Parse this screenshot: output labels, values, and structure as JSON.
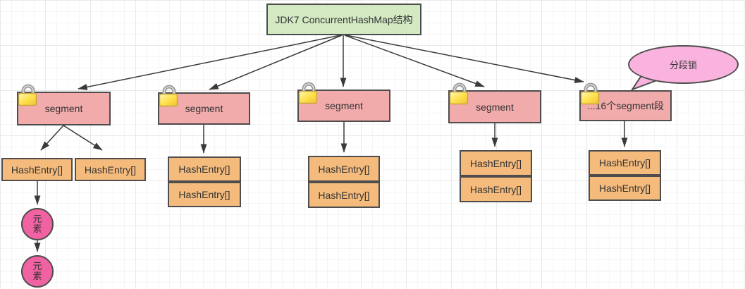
{
  "title": {
    "label": "JDK7 ConcurrentHashMap结构"
  },
  "callout": {
    "label": "分段锁"
  },
  "segments": [
    {
      "label": "segment"
    },
    {
      "label": "segment"
    },
    {
      "label": "segment"
    },
    {
      "label": "segment"
    },
    {
      "label": "...16个segment段"
    }
  ],
  "columns": [
    {
      "entries": [
        "HashEntry[]",
        "HashEntry[]"
      ],
      "layout": "horizontal"
    },
    {
      "entries": [
        "HashEntry[]",
        "HashEntry[]"
      ],
      "layout": "vertical"
    },
    {
      "entries": [
        "HashEntry[]",
        "HashEntry[]"
      ],
      "layout": "vertical"
    },
    {
      "entries": [
        "HashEntry[]",
        "HashEntry[]"
      ],
      "layout": "vertical"
    },
    {
      "entries": [
        "HashEntry[]",
        "HashEntry[]"
      ],
      "layout": "vertical"
    }
  ],
  "elements": [
    {
      "label": "元素"
    },
    {
      "label": "元素"
    }
  ],
  "colors": {
    "title_fill": "#d2e9c2",
    "segment_fill": "#f2abab",
    "entry_fill": "#f5bb7d",
    "element_fill": "#f162a3",
    "callout_fill": "#f9b3de",
    "border": "#4d4d4d",
    "arrow": "#3a3a3a",
    "lock_body": "#ffe14d",
    "lock_shackle": "#9a9a9a"
  }
}
